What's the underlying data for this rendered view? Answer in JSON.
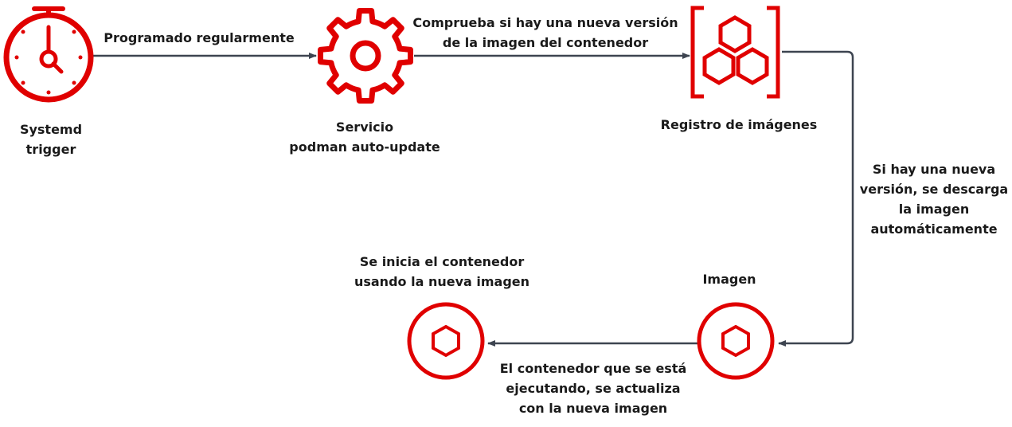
{
  "nodes": {
    "systemd": {
      "lines": [
        "Systemd",
        "trigger"
      ],
      "icon": "stopwatch-icon"
    },
    "service": {
      "lines": [
        "Servicio",
        "podman auto-update"
      ],
      "icon": "gear-icon"
    },
    "registry": {
      "lines": [
        "Registro de imágenes"
      ],
      "icon": "container-registry-icon"
    },
    "image": {
      "lines": [
        "Imagen"
      ],
      "icon": "image-hexagon-icon"
    },
    "container": {
      "lines": [
        "Se inicia el contenedor",
        "usando la nueva imagen"
      ],
      "icon": "container-hexagon-icon"
    }
  },
  "edges": {
    "scheduled": {
      "lines": [
        "Programado regularmente"
      ]
    },
    "check": {
      "lines": [
        "Comprueba si hay una nueva versión",
        "de la imagen del contenedor"
      ]
    },
    "download": {
      "lines": [
        "Si hay una nueva",
        "versión, se descarga",
        "la imagen",
        "automáticamente"
      ]
    },
    "update": {
      "lines": [
        "El contenedor que se está",
        "ejecutando, se actualiza",
        "con la nueva imagen"
      ]
    }
  },
  "colors": {
    "accent": "#e00000",
    "arrow": "#3d4450",
    "text": "#1a1a1a"
  }
}
